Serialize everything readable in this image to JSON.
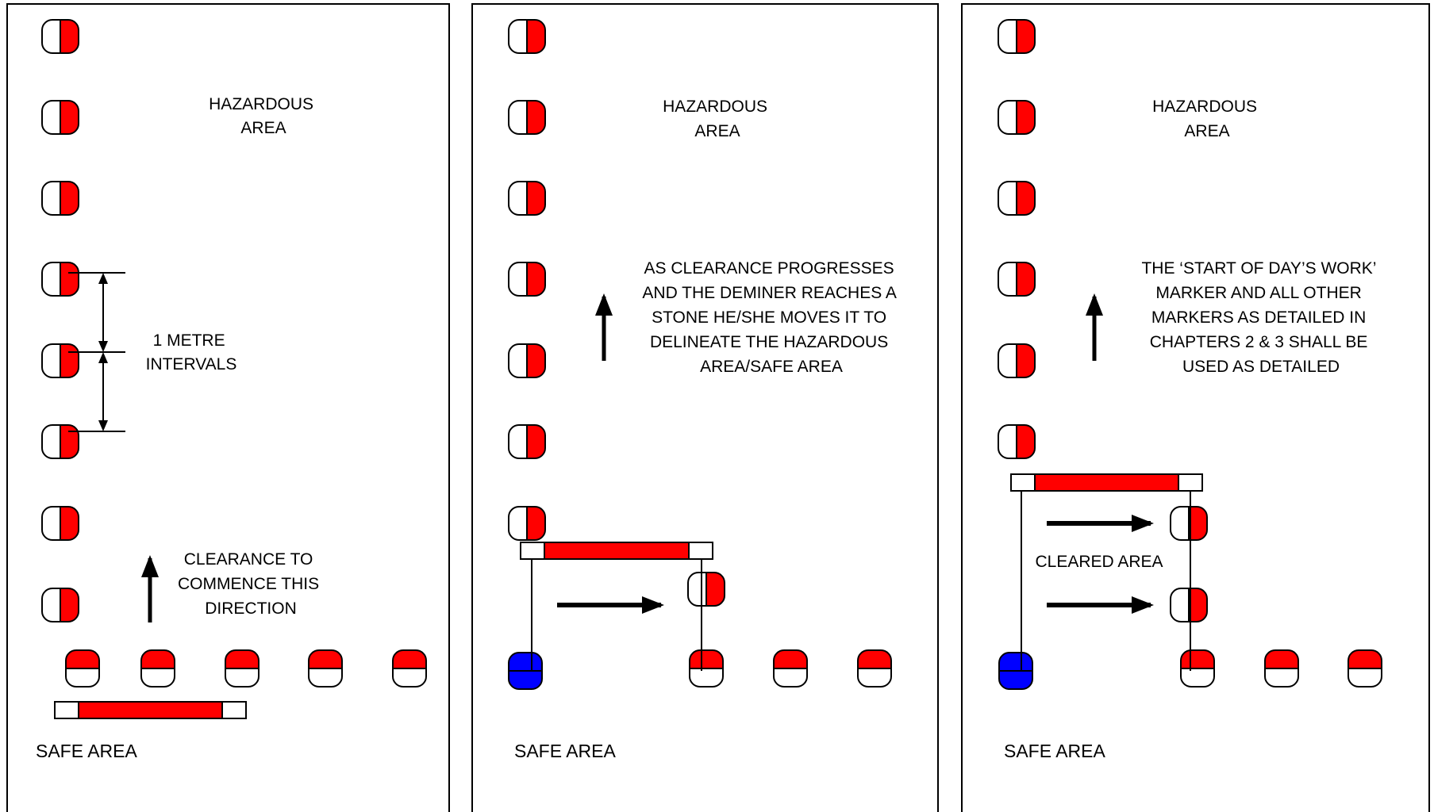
{
  "colors": {
    "red": "#ff0000",
    "blue": "#0000ff",
    "outline": "#000000",
    "background": "#ffffff"
  },
  "panels": [
    {
      "hazardous_label": [
        "HAZARDOUS",
        "AREA"
      ],
      "interval_label": [
        "1 METRE",
        "INTERVALS"
      ],
      "direction_label": [
        "CLEARANCE TO",
        "COMMENCE THIS",
        "DIRECTION"
      ],
      "safe_label": "SAFE AREA"
    },
    {
      "hazardous_label": [
        "HAZARDOUS",
        "AREA"
      ],
      "note": [
        "AS CLEARANCE PROGRESSES",
        "AND THE DEMINER REACHES A",
        "STONE HE/SHE MOVES IT TO",
        "DELINEATE THE HAZARDOUS",
        "AREA/SAFE AREA"
      ],
      "safe_label": "SAFE AREA"
    },
    {
      "hazardous_label": [
        "HAZARDOUS",
        "AREA"
      ],
      "note": [
        "THE ‘START OF DAY’S WORK’",
        "MARKER AND ALL OTHER",
        "MARKERS AS DETAILED IN",
        "CHAPTERS 2 & 3 SHALL BE",
        "USED AS DETAILED"
      ],
      "cleared_label": "CLEARED AREA",
      "safe_label": "SAFE AREA"
    }
  ]
}
